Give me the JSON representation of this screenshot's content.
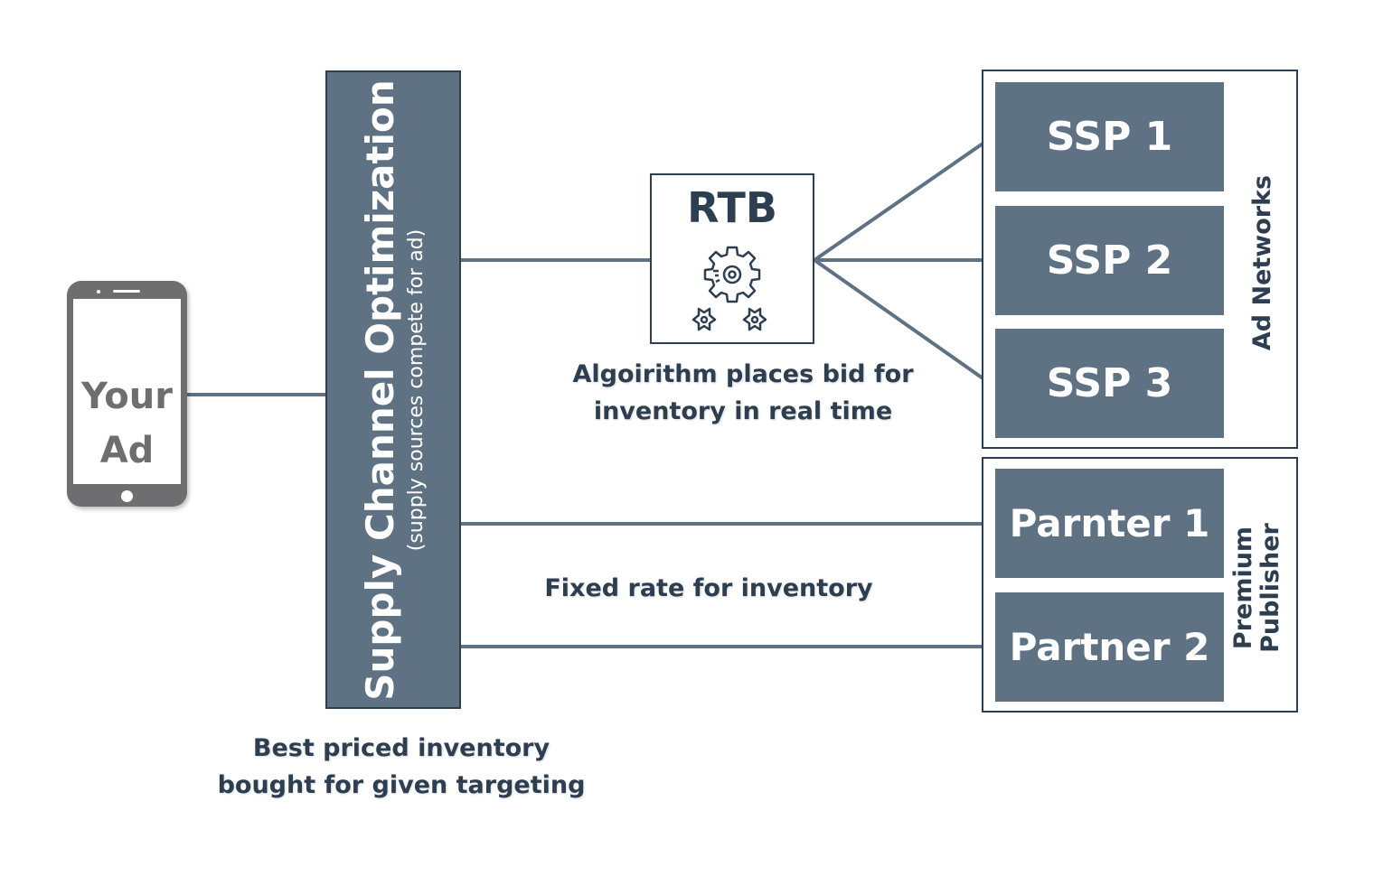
{
  "phone": {
    "label_lines": [
      "Your",
      "Ad"
    ]
  },
  "sco": {
    "title": "Supply Channel Optimization",
    "subtitle": "(supply sources compete for ad)"
  },
  "rtb": {
    "title": "RTB",
    "icon": "gears-icon"
  },
  "ad_networks": {
    "label": "Ad Networks",
    "nodes": [
      "SSP 1",
      "SSP 2",
      "SSP 3"
    ]
  },
  "premium_publisher": {
    "label_lines": [
      "Premium",
      "Publisher"
    ],
    "nodes": [
      "Parnter 1",
      "Partner 2"
    ]
  },
  "captions": {
    "rtb_lines": [
      "Algoirithm places bid for",
      "inventory in real time"
    ],
    "fixed": "Fixed rate for inventory",
    "best_lines": [
      "Best priced inventory",
      "bought for given targeting"
    ]
  },
  "colors": {
    "node_fill": "#5e7283",
    "border": "#2c3e50",
    "phone": "#6e6e70",
    "connector": "#5e7283"
  }
}
